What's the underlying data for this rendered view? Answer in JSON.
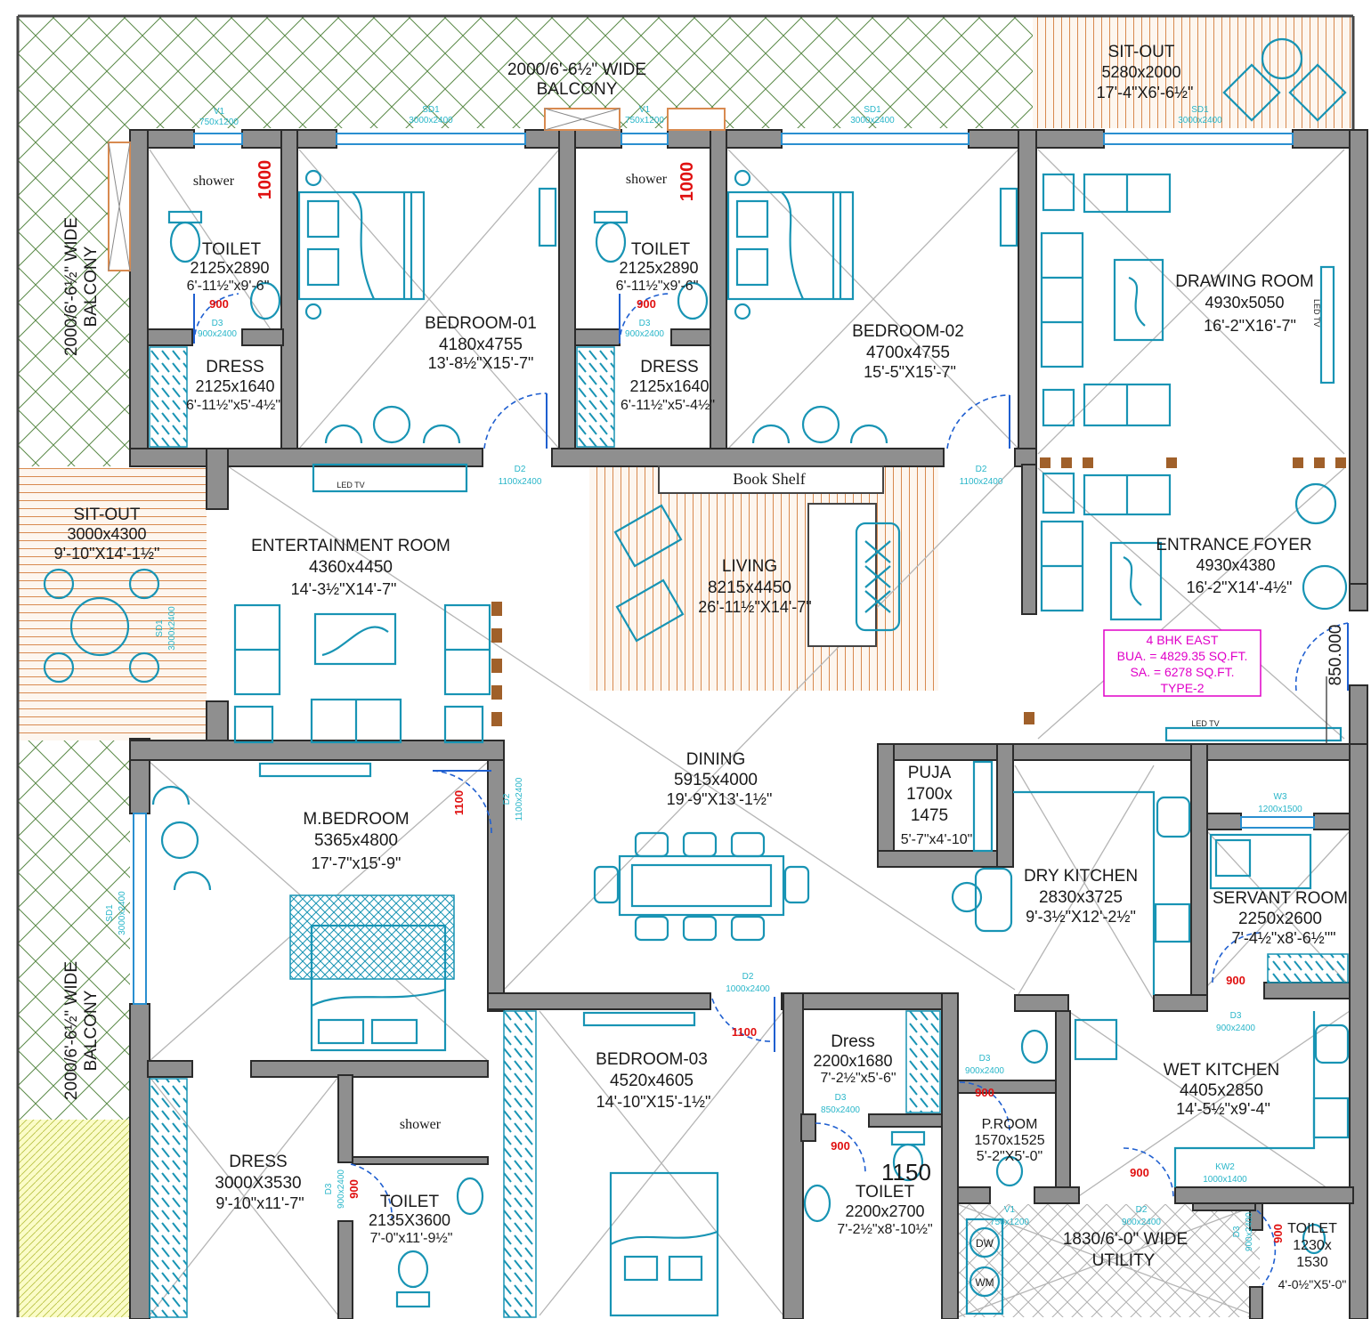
{
  "rooms": {
    "sitout_ne": {
      "name": "SIT-OUT",
      "dim": "5280x2000",
      "imp": "17'-4\"X6'-6½\""
    },
    "sitout_w": {
      "name": "SIT-OUT",
      "dim": "3000x4300",
      "imp": "9'-10\"X14'-1½\""
    },
    "toilet1": {
      "name": "TOILET",
      "dim": "2125x2890",
      "imp": "6'-11½\"x9'-6\""
    },
    "toilet2": {
      "name": "TOILET",
      "dim": "2125x2890",
      "imp": "6'-11½\"x9'-6\""
    },
    "dress1": {
      "name": "DRESS",
      "dim": "2125x1640",
      "imp": "6'-11½\"x5'-4½\""
    },
    "dress2": {
      "name": "DRESS",
      "dim": "2125x1640",
      "imp": "6'-11½\"x5'-4½\""
    },
    "bedroom1": {
      "name": "BEDROOM-01",
      "dim": "4180x4755",
      "imp": "13'-8½\"X15'-7\""
    },
    "bedroom2": {
      "name": "BEDROOM-02",
      "dim": "4700x4755",
      "imp": "15'-5\"X15'-7\""
    },
    "drawing": {
      "name": "DRAWING ROOM",
      "dim": "4930x5050",
      "imp": "16'-2\"X16'-7\""
    },
    "entertainment": {
      "name": "ENTERTAINMENT ROOM",
      "dim": "4360x4450",
      "imp": "14'-3½\"X14'-7\""
    },
    "living": {
      "name": "LIVING",
      "dim": "8215x4450",
      "imp": "26'-11½\"X14'-7\""
    },
    "foyer": {
      "name": "ENTRANCE FOYER",
      "dim": "4930x4380",
      "imp": "16'-2\"X14'-4½\""
    },
    "dining": {
      "name": "DINING",
      "dim": "5915x4000",
      "imp": "19'-9\"X13'-1½\""
    },
    "puja": {
      "name": "PUJA",
      "dim1": "1700x",
      "dim2": "1475",
      "imp": "5'-7\"x4'-10\""
    },
    "mbedroom": {
      "name": "M.BEDROOM",
      "dim": "5365x4800",
      "imp": "17'-7\"x15'-9\""
    },
    "drykitchen": {
      "name": "DRY KITCHEN",
      "dim": "2830x3725",
      "imp": "9'-3½\"X12'-2½\""
    },
    "servant": {
      "name": "SERVANT ROOM",
      "dim": "2250x2600",
      "imp": "7'-4½\"x8'-6½\"\""
    },
    "bedroom3": {
      "name": "BEDROOM-03",
      "dim": "4520x4605",
      "imp": "14'-10\"X15'-1½\""
    },
    "dress3": {
      "name": "Dress",
      "dim": "2200x1680",
      "imp": "7'-2½\"x5'-6\""
    },
    "wetkitchen": {
      "name": "WET KITCHEN",
      "dim": "4405x2850",
      "imp": "14'-5½\"x9'-4\""
    },
    "proom": {
      "name": "P.ROOM",
      "dim": "1570x1525",
      "imp": "5'-2\"X5'-0\""
    },
    "mdress": {
      "name": "DRESS",
      "dim": "3000X3530",
      "imp": "9'-10\"x11'-7\""
    },
    "toilet3": {
      "name": "TOILET",
      "dim": "2135X3600",
      "imp": "7'-0\"x11'-9½\""
    },
    "toilet4": {
      "name": "TOILET",
      "dim": "2200x2700",
      "imp": "7'-2½\"x8'-10½\""
    },
    "utility": {
      "name1": "1830/6'-0\" WIDE",
      "name2": "UTILITY"
    },
    "toilet5": {
      "name": "TOILET",
      "dim1": "1230x",
      "dim2": "1530",
      "imp": "4'-0½\"X5'-0\""
    }
  },
  "balconies": {
    "top": {
      "line1": "2000/6'-6½\" WIDE",
      "line2": "BALCONY"
    },
    "left_top": {
      "line1": "2000/6'-6½\" WIDE",
      "line2": "BALCONY"
    },
    "left_bottom": {
      "line1": "2000/6'-6½\" WIDE",
      "line2": "BALCONY"
    }
  },
  "fixtures": {
    "shower": "shower",
    "led_tv": "LED TV",
    "book_shelf": "Book Shelf",
    "dw": "DW",
    "wm": "WM"
  },
  "info_box": {
    "line1": "4 BHK EAST",
    "line2": "BUA. = 4829.35 SQ.FT.",
    "line3": "SA. = 6278 SQ.FT.",
    "line4": "TYPE-2"
  },
  "dimensions": {
    "d1000": "1000",
    "d900": "900",
    "d1100": "1100",
    "d1150": "1150",
    "d850": "850.000"
  },
  "openings": {
    "v1": "V1",
    "v1_size": "750x1200",
    "sd1": "SD1",
    "sd1_size": "3000x2400",
    "d2": "D2",
    "d2_size": "1100x2400",
    "d2_1000": "1000x2400",
    "d3": "D3",
    "d3_size": "900x2400",
    "d3_850": "850x2400",
    "w3": "W3",
    "w3_size": "1200x1500",
    "kw2": "KW2",
    "kw2_size": "1000x1400"
  },
  "colors": {
    "wall": "#8f8f8f",
    "furniture": "#1894b4",
    "door": "#1f5fd0",
    "hatch_green": "#4a8a3a",
    "deck": "#d88a50",
    "info_border": "#e000c8"
  }
}
